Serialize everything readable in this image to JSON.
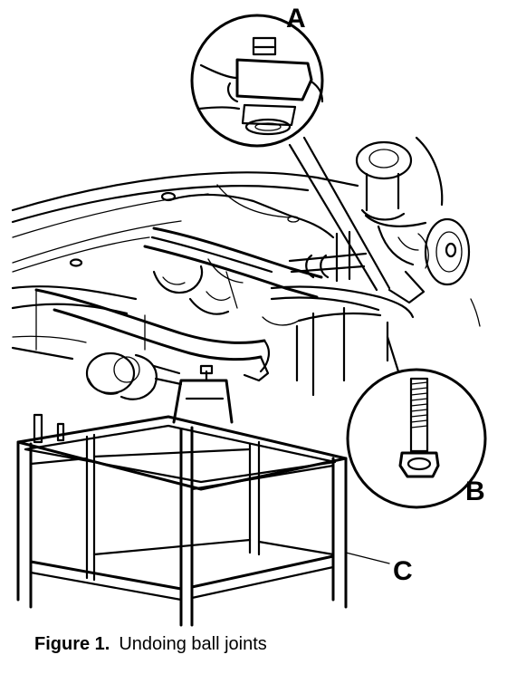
{
  "labels": {
    "a": "A",
    "b": "B",
    "c": "C"
  },
  "caption": {
    "number": "Figure 1.",
    "text": "Undoing ball joints"
  }
}
